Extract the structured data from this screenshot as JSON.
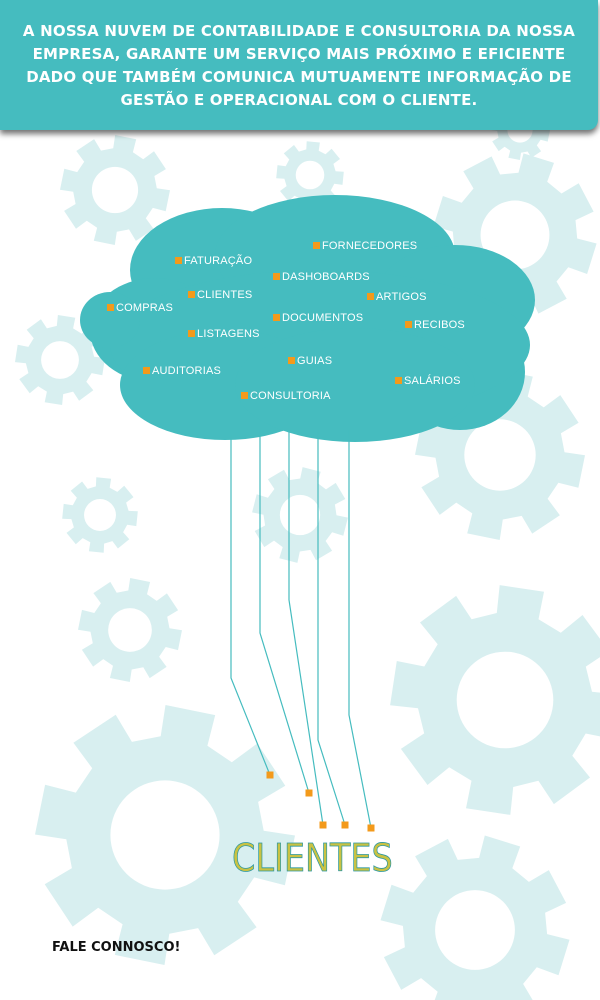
{
  "header": {
    "text": "A NOSSA NUVEM DE CONTABILIDADE E CONSULTORIA DA NOSSA EMPRESA, GARANTE UM SERVIÇO MAIS PRÓXIMO E EFICIENTE DADO QUE TAMBÉM COMUNICA MUTUAMENTE INFORMAÇÃO DE GESTÃO E OPERACIONAL COM O CLIENTE."
  },
  "cloud": {
    "items": [
      {
        "label": "FORNECEDORES"
      },
      {
        "label": "FATURAÇÃO"
      },
      {
        "label": "DASHOBOARDS"
      },
      {
        "label": "CLIENTES"
      },
      {
        "label": "ARTIGOS"
      },
      {
        "label": "COMPRAS"
      },
      {
        "label": "DOCUMENTOS"
      },
      {
        "label": "RECIBOS"
      },
      {
        "label": "LISTAGENS"
      },
      {
        "label": "GUIAS"
      },
      {
        "label": "AUDITORIAS"
      },
      {
        "label": "SALÁRIOS"
      },
      {
        "label": "CONSULTORIA"
      }
    ]
  },
  "clients_title": "CLIENTES",
  "contact_text": "FALE CONNOSCO!",
  "colors": {
    "teal": "#45bcbf",
    "gear": "#d8eff0",
    "bullet": "#f39a1b",
    "title_fill": "#c9c243",
    "title_outline": "#2d98a2"
  },
  "icons": [
    "gear-icon",
    "cloud-icon"
  ]
}
